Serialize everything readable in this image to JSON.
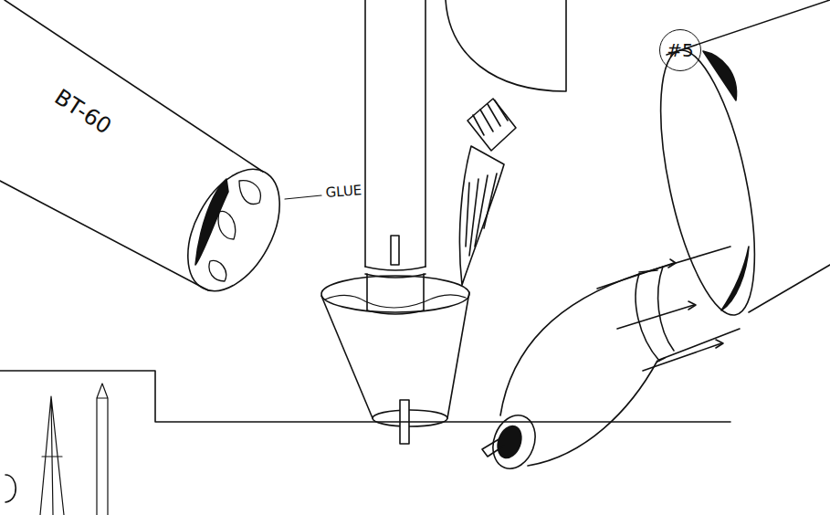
{
  "diagram": {
    "nodes": [
      {
        "text": [
          "#5"
        ]
      }
    ],
    "labels": [
      "BT-60",
      "GLUE"
    ]
  }
}
